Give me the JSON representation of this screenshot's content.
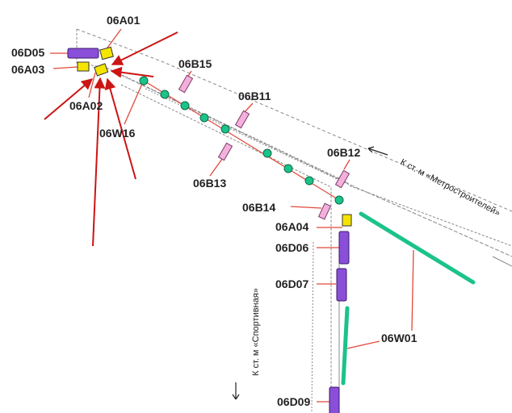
{
  "map": {
    "directions": {
      "metrostroitelei": "К ст. м «Метростроителей»",
      "sportivnaya": "К ст. м «Спортивная»"
    },
    "markers": {
      "06A01": "06A01",
      "06D05": "06D05",
      "06A03": "06A03",
      "06A02": "06A02",
      "06W16": "06W16",
      "06B15": "06B15",
      "06B11": "06B11",
      "06B13": "06B13",
      "06B12": "06B12",
      "06B14": "06B14",
      "06A04": "06A04",
      "06D06": "06D06",
      "06D07": "06D07",
      "06W01": "06W01",
      "06D09": "06D09"
    },
    "colors": {
      "camera_yellow": "#f5e400",
      "device_purple": "#8a4fd8",
      "sign_pink": "#f4b0dc",
      "wire_green": "#1bc389",
      "leader_red": "#e2483a",
      "arrow_red": "#cc1414"
    }
  }
}
